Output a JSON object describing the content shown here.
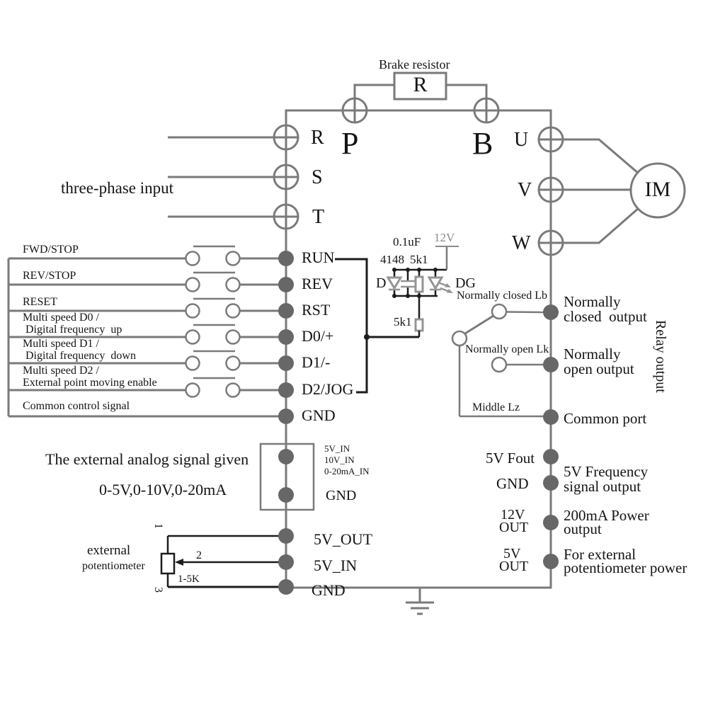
{
  "colors": {
    "line_gray": "#7a7a7a",
    "wire_black": "#1c1c1c",
    "terminal_fill": "#676767",
    "component_gray": "#949494",
    "text": "#141414",
    "supply_text": "#8a8a8a"
  },
  "brake": {
    "label": "Brake resistor",
    "symbol": "R",
    "left_terminal": "P",
    "right_terminal": "B"
  },
  "three_phase": {
    "label": "three-phase input",
    "terminals": [
      "R",
      "S",
      "T"
    ]
  },
  "motor": {
    "terminals": [
      "U",
      "V",
      "W"
    ],
    "label": "IM"
  },
  "control": {
    "rows": [
      {
        "line1": "FWD/STOP",
        "line2": "",
        "terminal": "RUN"
      },
      {
        "line1": "REV/STOP",
        "line2": "",
        "terminal": "REV"
      },
      {
        "line1": "RESET",
        "line2": "",
        "terminal": "RST"
      },
      {
        "line1": "Multi speed D0 /",
        "line2": " Digital frequency  up",
        "terminal": "D0/+"
      },
      {
        "line1": "Multi speed D1 /",
        "line2": " Digital frequency  down",
        "terminal": "D1/-"
      },
      {
        "line1": "Multi speed D2 /",
        "line2": "External point moving enable",
        "terminal": "D2/JOG"
      },
      {
        "line1": "Common control signal",
        "line2": "",
        "terminal": "GND"
      }
    ]
  },
  "snubber": {
    "capacitor": "0.1uF",
    "supply": "12V",
    "diode_part": "4148",
    "resistor1": "5k1",
    "diode_label": "D",
    "led_label": "DG",
    "resistor2": "5k1"
  },
  "relay": {
    "nc_contact": "Normally closed Lb",
    "no_contact": "Normally open Lk",
    "mid_contact": "Middle Lz",
    "nc_output_line1": "Normally",
    "nc_output_line2": "closed  output",
    "no_output_line1": "Normally",
    "no_output_line2": "open output",
    "common_output": "Common port",
    "side_label": "Relay output"
  },
  "ports": {
    "fout_label": "5V Fout",
    "gnd_label": "GND",
    "fout_desc1": "5V Frequency",
    "fout_desc2": "signal output",
    "v12_line1": "12V",
    "v12_line2": "OUT",
    "v12_desc1": "200mA Power",
    "v12_desc2": "output",
    "v5_line1": "5V",
    "v5_line2": "OUT",
    "v5_desc1": "For external",
    "v5_desc2": "potentiometer power"
  },
  "analog": {
    "title": "The external analog signal given",
    "range": "0-5V,0-10V,0-20mA",
    "inputs": [
      "5V_IN",
      "10V_IN",
      "0-20mA_IN"
    ],
    "gnd": "GND"
  },
  "pot": {
    "label_line1": "external",
    "label_line2": "potentiometer",
    "value": "1-5K",
    "pins": [
      "1",
      "2",
      "3"
    ],
    "terminals": [
      "5V_OUT",
      "5V_IN",
      "GND"
    ]
  }
}
